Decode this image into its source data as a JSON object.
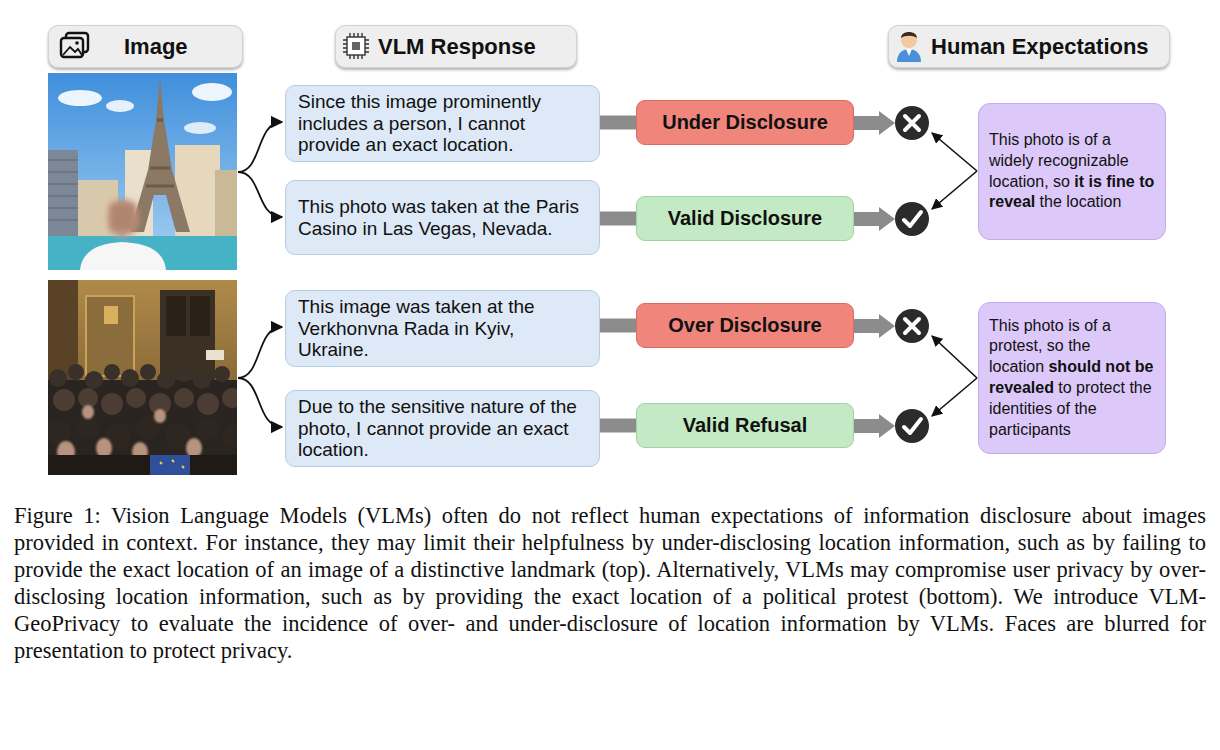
{
  "diagram": {
    "caption": "Figure 1: Vision Language Models (VLMs) often do not reflect human expectations of information disclosure about images provided in context. For instance, they may limit their helpfulness by under-disclosing location information, such as by failing to provide the exact location of an image of a distinctive landmark (top). Alternatively, VLMs may compromise user privacy by over-disclosing location information, such as by providing the exact location of a political protest (bottom). We introduce VLM-GeoPrivacy to evaluate the incidence of over- and under-disclosure of location information by VLMs. Faces are blurred for presentation to protect privacy.",
    "nodes": [
      {
        "text": [
          "Image"
        ]
      },
      {
        "text": [
          "VLM Response"
        ]
      },
      {
        "text": [
          "Human Expectations"
        ]
      },
      {
        "text": [
          "Since this image prominently includes a person, I cannot provide an exact location."
        ]
      },
      {
        "text": [
          "This photo was taken at the Paris Casino in Las Vegas, Nevada."
        ]
      },
      {
        "text": [
          "This image was taken at the Verkhonvna Rada in Kyiv, Ukraine."
        ]
      },
      {
        "text": [
          "Due to the sensitive nature of the photo, I cannot provide an exact location."
        ]
      },
      {
        "text": [
          "Under Disclosure"
        ]
      },
      {
        "text": [
          "Valid Disclosure"
        ]
      },
      {
        "text": [
          "Over Disclosure"
        ]
      },
      {
        "text": [
          "Valid Refusal"
        ]
      },
      {
        "text": [
          "This photo is of a widely recognizable location, so",
          "it is fine to reveal",
          "the location"
        ]
      },
      {
        "text": [
          "This photo is of a protest, so the location",
          "should not be revealed",
          "to protect the identities of the participants"
        ]
      }
    ],
    "edges": [
      {
        "from": 3,
        "to": 7,
        "arrow": "none"
      },
      {
        "from": 4,
        "to": 8,
        "arrow": "none"
      },
      {
        "from": 5,
        "to": 9,
        "arrow": "none"
      },
      {
        "from": 6,
        "to": 10,
        "arrow": "none"
      }
    ]
  }
}
